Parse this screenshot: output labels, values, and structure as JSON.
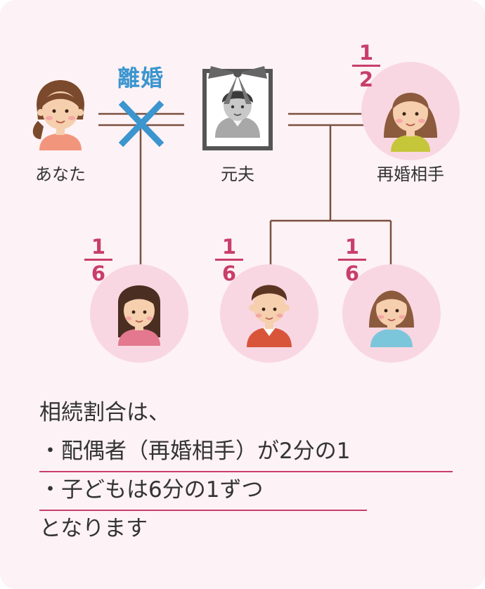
{
  "people": {
    "you": {
      "name": "あなた"
    },
    "ex_husband": {
      "name": "元夫"
    },
    "new_spouse": {
      "name": "再婚相手",
      "share_num": "1",
      "share_den": "2"
    },
    "child_1": {
      "share_num": "1",
      "share_den": "6"
    },
    "child_2": {
      "share_num": "1",
      "share_den": "6"
    },
    "child_3": {
      "share_num": "1",
      "share_den": "6"
    }
  },
  "divorce_label": "離婚",
  "summary": {
    "intro": "相続割合は、",
    "point_1": "・配偶者（再婚相手）が2分の1",
    "point_2": "・子どもは6分の1ずつ",
    "outro": "となります"
  },
  "colors": {
    "background": "#fdf2f5",
    "accent": "#c83e6a",
    "divorce_blue": "#3b95cf",
    "line_brown": "#7a5040",
    "circle_pink": "#f8d7e2"
  }
}
